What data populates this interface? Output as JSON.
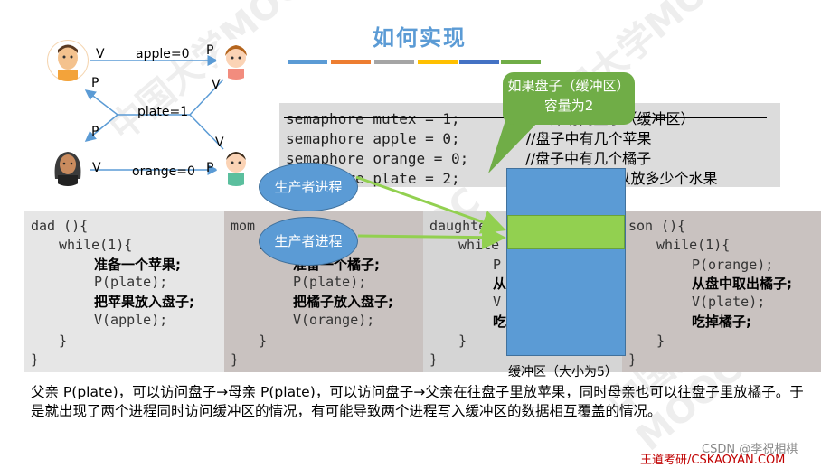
{
  "title": "如何实现",
  "stripe_colors": [
    "#5b9bd5",
    "#ed7d31",
    "#a5a5a5",
    "#ffc000",
    "#4472c4",
    "#70ad47"
  ],
  "diagram": {
    "apple_label": "apple=0",
    "plate_label": "plate=1",
    "orange_label": "orange=0",
    "v": "V",
    "p": "P"
  },
  "semaphores": [
    {
      "code": "semaphore mutex = 1;",
      "comment": "//互斥访问盘子（缓冲区）"
    },
    {
      "code": "semaphore apple = 0;",
      "comment": "//盘子中有几个苹果"
    },
    {
      "code": "semaphore orange = 0;",
      "comment": "//盘子中有几个橘子"
    },
    {
      "code": "semaphore plate = 2;",
      "comment": "//盘子中还可以放多少个水果"
    }
  ],
  "callout": "如果盘子（缓冲区）容量为2",
  "producer_label": "生产者进程",
  "buffer_label": "缓冲区（大小为5）",
  "panels": {
    "dad": {
      "head": "dad (){",
      "loop": "while(1){",
      "l1": "准备一个苹果;",
      "l2": "P(plate);",
      "l3": "把苹果放入盘子;",
      "l4": "V(apple);",
      "close1": "}",
      "close2": "}"
    },
    "mom": {
      "head": "mom",
      "loop": "w",
      "l1": "准备一个橘子;",
      "l2": "P(plate);",
      "l3": "把橘子放入盘子;",
      "l4": "V(orange);",
      "close1": "}",
      "close2": "}"
    },
    "daughter": {
      "head": "daughter",
      "loop": "while",
      "l1": "P",
      "l2": "从",
      "l3": "V",
      "l4": "吃",
      "close1": "}",
      "close2": "}"
    },
    "son": {
      "head": "son (){",
      "loop": "while(1){",
      "l1": "P(orange);",
      "l2": "从盘中取出橘子;",
      "l3": "V(plate);",
      "l4": "吃掉橘子;",
      "close1": "}",
      "close2": "}"
    }
  },
  "paragraph": "父亲 P(plate)，可以访问盘子→母亲 P(plate)，可以访问盘子→父亲在往盘子里放苹果，同时母亲也可以往盘子里放橘子。于是就出现了两个进程同时访问缓冲区的情况，有可能导致两个进程写入缓冲区的数据相互覆盖的情况。",
  "footer": "王道考研/CSKAOYAN.COM",
  "csdn": "CSDN @李祝相棋",
  "watermark": "中国大学MOOC"
}
